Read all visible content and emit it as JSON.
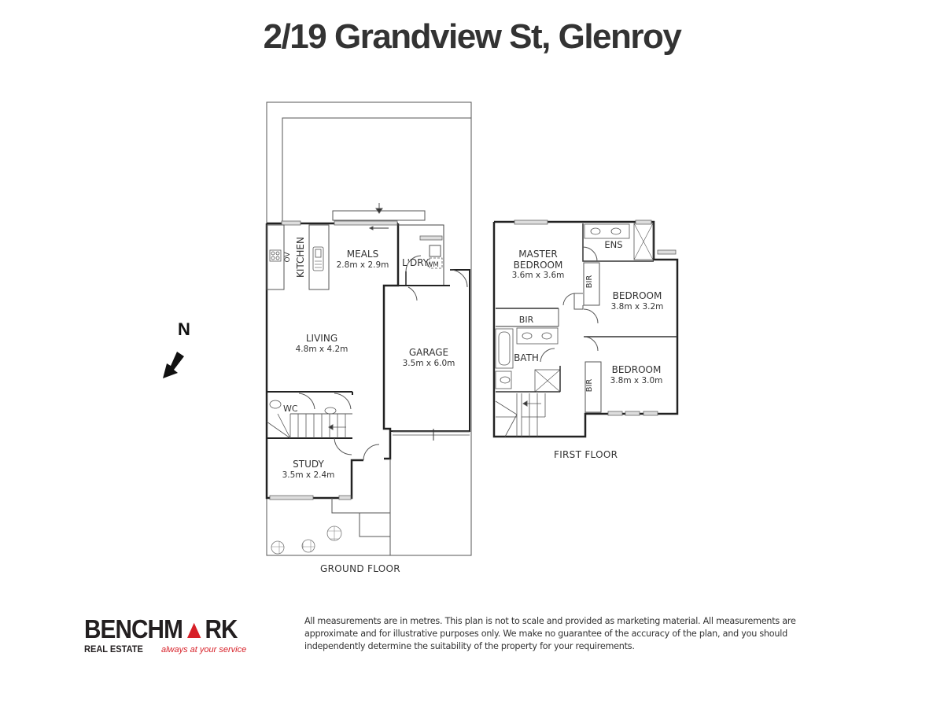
{
  "title": "2/19 Grandview St, Glenroy",
  "north_indicator": {
    "label": "N",
    "icon": "north-arrow-icon"
  },
  "ground_floor": {
    "label": "GROUND FLOOR",
    "rooms": [
      {
        "name": "MEALS",
        "size": "2.8m x 2.9m"
      },
      {
        "name": "KITCHEN",
        "size": ""
      },
      {
        "name": "LIVING",
        "size": "4.8m x 4.2m"
      },
      {
        "name": "GARAGE",
        "size": "3.5m x 6.0m"
      },
      {
        "name": "STUDY",
        "size": "3.5m x 2.4m"
      },
      {
        "name": "L'DRY",
        "size": ""
      },
      {
        "name": "WC",
        "size": ""
      }
    ],
    "fixtures": {
      "oven": "OV",
      "washing_machine": "WM"
    }
  },
  "first_floor": {
    "label": "FIRST FLOOR",
    "rooms": [
      {
        "name": "MASTER",
        "name2": "BEDROOM",
        "size": "3.6m x 3.6m"
      },
      {
        "name": "BEDROOM",
        "size": "3.8m x 3.2m"
      },
      {
        "name": "BEDROOM",
        "size": "3.8m x 3.0m"
      },
      {
        "name": "ENS",
        "size": ""
      },
      {
        "name": "BATH",
        "size": ""
      },
      {
        "name": "BIR",
        "size": ""
      },
      {
        "name": "BIR",
        "size": ""
      },
      {
        "name": "BIR",
        "size": ""
      }
    ]
  },
  "branding": {
    "logo_main_a": "BENCHM",
    "logo_main_house": "▲",
    "logo_main_b": "RK",
    "logo_sub": "REAL ESTATE",
    "tagline": "always at your service",
    "accent_color": "#d71f27"
  },
  "disclaimer": "All measurements are in metres. This plan is not to scale and provided as marketing material. All measurements are approximate and for illustrative purposes only. We make no guarantee of the accuracy of the plan, and you should independently determine the suitability of the property for your requirements."
}
